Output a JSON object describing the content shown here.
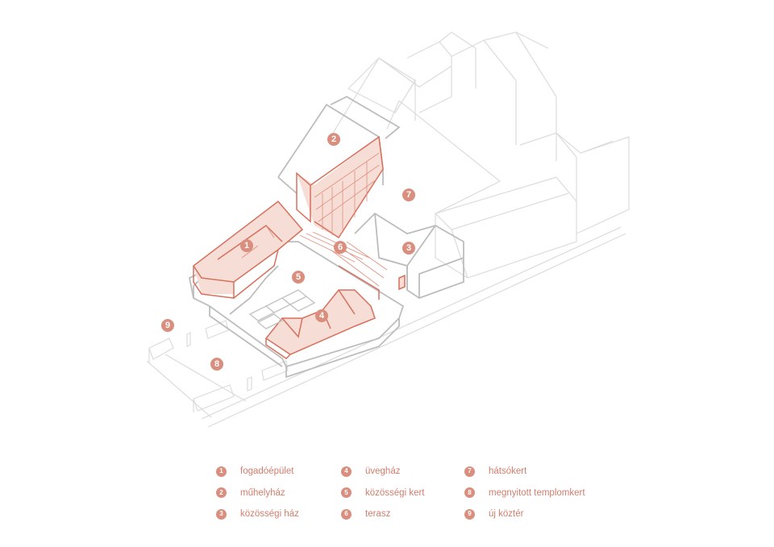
{
  "colors": {
    "accent": "#d98e7e",
    "highlight_stroke": "#d7705d",
    "highlight_fill": "#f6ddd6",
    "context_line": "#cfcfcf"
  },
  "markers": [
    {
      "num": "1",
      "label": "fogadóépület"
    },
    {
      "num": "2",
      "label": "műhelyház"
    },
    {
      "num": "3",
      "label": "közösségi ház"
    },
    {
      "num": "4",
      "label": "üvegház"
    },
    {
      "num": "5",
      "label": "közösségi kert"
    },
    {
      "num": "6",
      "label": "terasz"
    },
    {
      "num": "7",
      "label": "hátsókert"
    },
    {
      "num": "8",
      "label": "megnyitott templomkert"
    },
    {
      "num": "9",
      "label": "új köztér"
    }
  ]
}
